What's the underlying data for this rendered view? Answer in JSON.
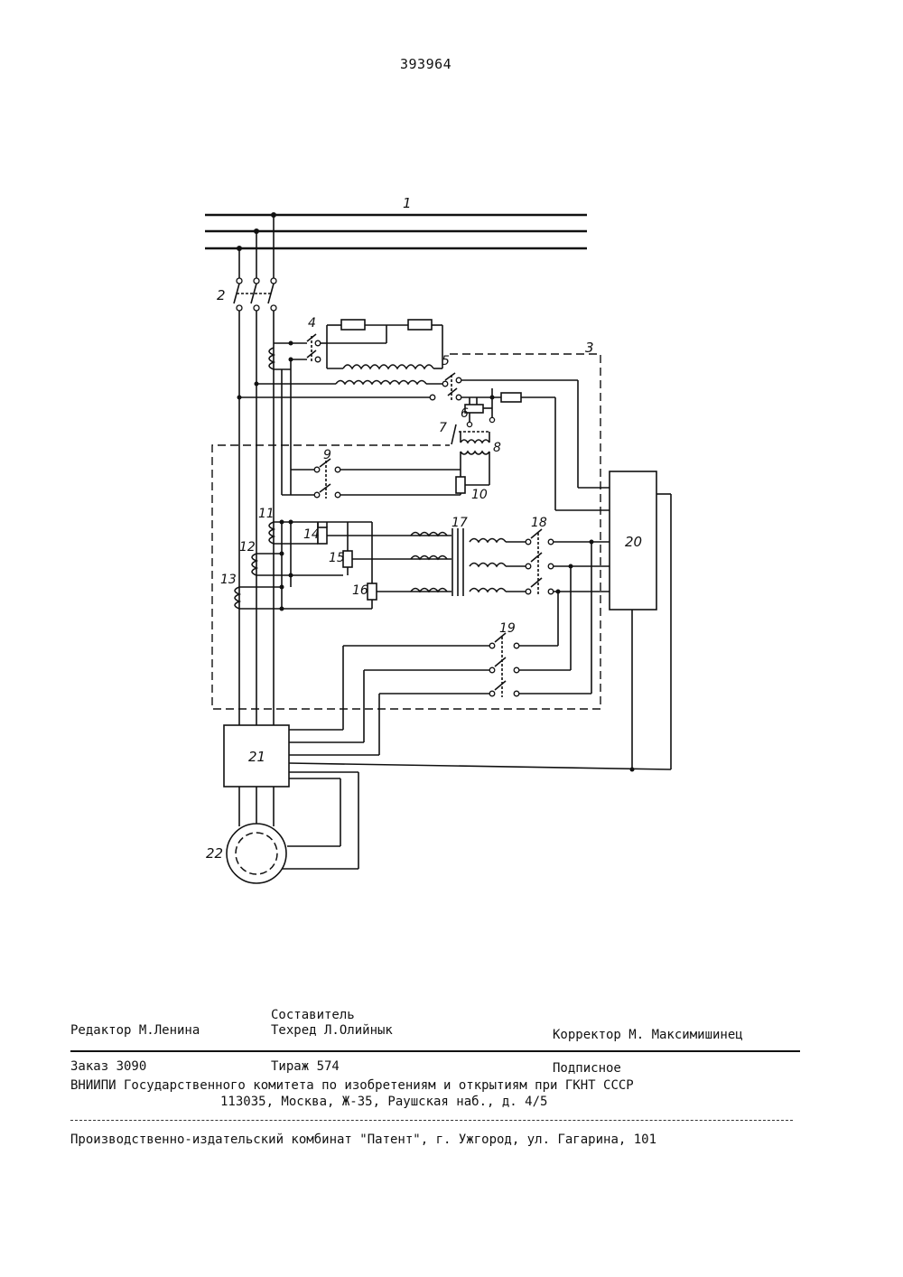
{
  "header": {
    "patent_number": "393964"
  },
  "schematic": {
    "labels": {
      "bus": "1",
      "breaker": "2",
      "block_3": "3",
      "switch_4": "4",
      "switch_5": "5",
      "resistor_6": "6",
      "switch_7": "7",
      "transformer_8": "8",
      "switch_9": "9",
      "resistor_10": "10",
      "coil_11": "11",
      "coil_12": "12",
      "coil_13": "13",
      "pot_14": "14",
      "pot_15": "15",
      "pot_16": "16",
      "transformer_17": "17",
      "switch_18": "18",
      "switch_19": "19",
      "controller_20": "20",
      "unit_21": "21",
      "motor_22": "22"
    }
  },
  "colophon": {
    "compiler_label": "Составитель",
    "editor": "Редактор М.Ленина",
    "techred": "Техред  Л.Олийнык",
    "corrector": "Корректор М. Максимишинец",
    "order": "Заказ  3090",
    "print_run": "Тираж 574",
    "subscription": "Подписное",
    "institution": "ВНИИПИ Государственного комитета по изобретениям и открытиям при ГКНТ СССР",
    "address": "113035, Москва, Ж-35, Раушская наб., д. 4/5",
    "publisher": "Производственно-издательский комбинат \"Патент\", г. Ужгород, ул. Гагарина, 101"
  }
}
